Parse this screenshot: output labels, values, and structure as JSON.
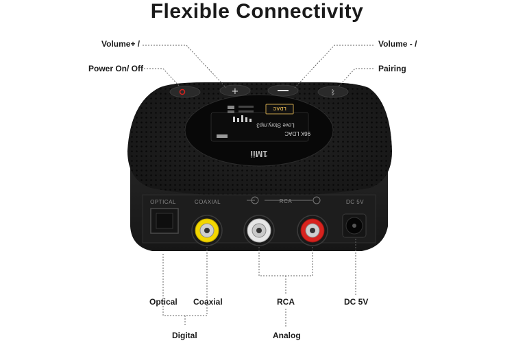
{
  "title": "Flexible Connectivity",
  "callouts": {
    "volume_up": "Volume+ /",
    "volume_down": "Volume - /",
    "power": "Power On/ Off",
    "pairing": "Pairing"
  },
  "device": {
    "brand": "1Mii",
    "display": {
      "track": "Love Story.mp3",
      "codec": "LDAC",
      "sample_rate": "96K",
      "badge": "LDAC"
    },
    "panel_labels": {
      "optical": "OPTICAL",
      "coaxial": "COAXIAL",
      "rca": "RCA",
      "dc": "DC 5V"
    }
  },
  "ports": {
    "optical": "Optical",
    "coaxial": "Coaxial",
    "rca": "RCA",
    "dc": "DC 5V",
    "digital": "Digital",
    "analog": "Analog"
  },
  "colors": {
    "device_body": "#1e1e1e",
    "coaxial_ring": "#f2d600",
    "rca_left": "#e6e6e6",
    "rca_right": "#d8231e",
    "power_icon": "#d8231e"
  }
}
